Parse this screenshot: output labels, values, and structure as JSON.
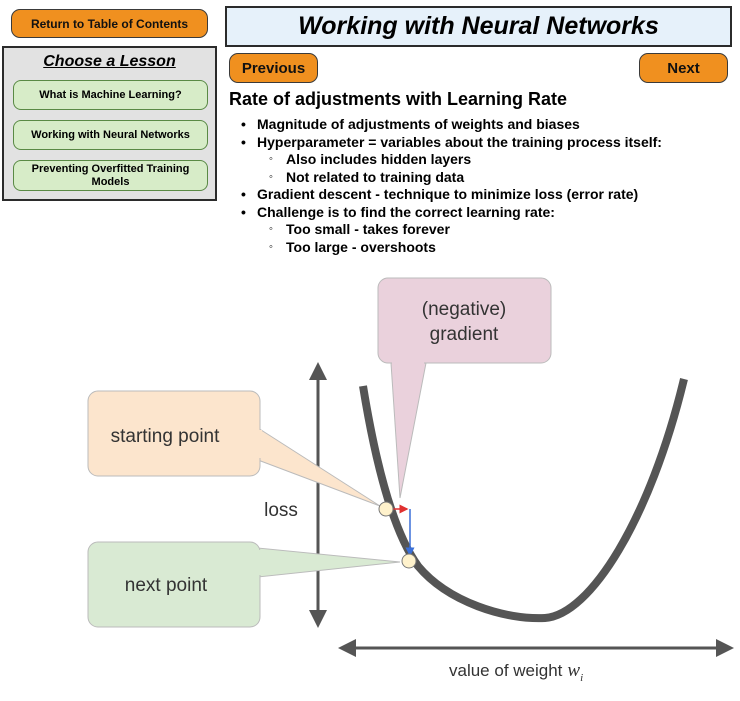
{
  "nav": {
    "toc_label": "Return to Table of Contents",
    "previous_label": "Previous",
    "next_label": "Next"
  },
  "page": {
    "title": "Working with Neural Networks"
  },
  "lessons": {
    "heading": "Choose a Lesson",
    "items": [
      {
        "label": "What is Machine Learning?"
      },
      {
        "label": "Working with Neural Networks"
      },
      {
        "label": "Preventing Overfitted Training Models"
      }
    ]
  },
  "content": {
    "heading": "Rate of adjustments with Learning Rate",
    "bullets": [
      "Magnitude of adjustments of weights and biases",
      "Hyperparameter = variables about the training process itself:",
      "Also includes hidden layers",
      "Not related to training data",
      "Gradient descent - technique to minimize loss (error rate)",
      "Challenge is to find the correct learning rate:",
      "Too small - takes forever",
      "Too large - overshoots"
    ]
  },
  "diagram": {
    "callout_gradient_line1": "(negative)",
    "callout_gradient_line2": "gradient",
    "callout_start": "starting point",
    "callout_next": "next point",
    "y_axis_label": "loss",
    "x_axis_label": "value of weight",
    "x_axis_symbol": "w",
    "x_axis_subscript": "i",
    "colors": {
      "gradient_bubble": "#ead1dc",
      "start_bubble": "#fce5cd",
      "next_bubble": "#d9ead3",
      "curve": "#555555",
      "point_fill": "#fff2cc",
      "gradient_arrow": "#e03030",
      "step_arrow": "#3a6fd8"
    }
  },
  "colors": {
    "button_orange": "#f0901f",
    "title_bg": "#e6f1fa",
    "panel_bg": "#e2e2e2",
    "lesson_bg": "#d7ecc8"
  }
}
